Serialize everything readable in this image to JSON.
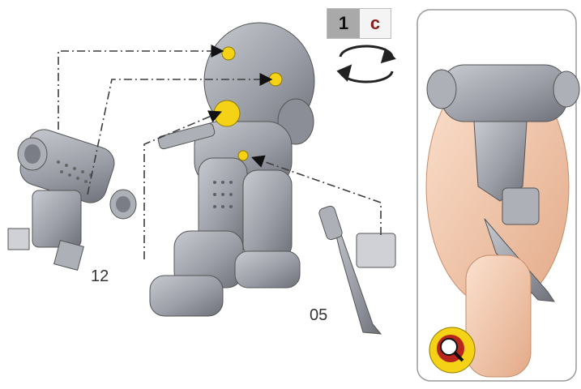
{
  "step": {
    "number": "1",
    "letter": "c"
  },
  "parts": {
    "backpack_number": "12",
    "knife_number": "05"
  },
  "icons": {
    "rotate": "rotate-arrows-icon",
    "magnify": "magnifier-icon"
  },
  "colors": {
    "model_grey": "#9c9ea7",
    "flesh": "#f1c6a7",
    "glue_yellow": "#f5d215",
    "guide_line": "#3d3d3d",
    "magnifier_red": "#b8251d"
  }
}
